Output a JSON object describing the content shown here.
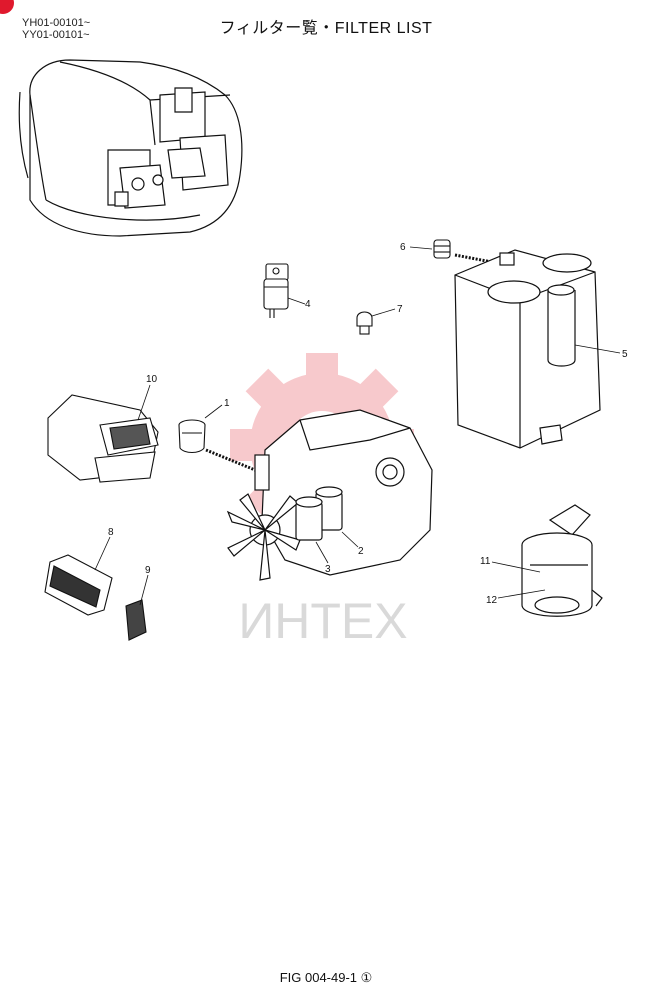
{
  "header": {
    "model_line_1": "YH01-00101~",
    "model_line_2": "YY01-00101~",
    "title": "フィルター覧・FILTER LIST"
  },
  "watermark": {
    "text": "ИНТЕХ"
  },
  "callouts": {
    "c1": "1",
    "c2": "2",
    "c3": "3",
    "c4": "4",
    "c5": "5",
    "c6": "6",
    "c7": "7",
    "c8": "8",
    "c9": "9",
    "c10": "10",
    "c11": "11",
    "c12": "12"
  },
  "footer": {
    "fig_label": "FIG 004-49-1 ①"
  },
  "colors": {
    "watermark_gear": "#f7c9cc",
    "corner_mark": "#e0192d",
    "line": "#111111"
  }
}
